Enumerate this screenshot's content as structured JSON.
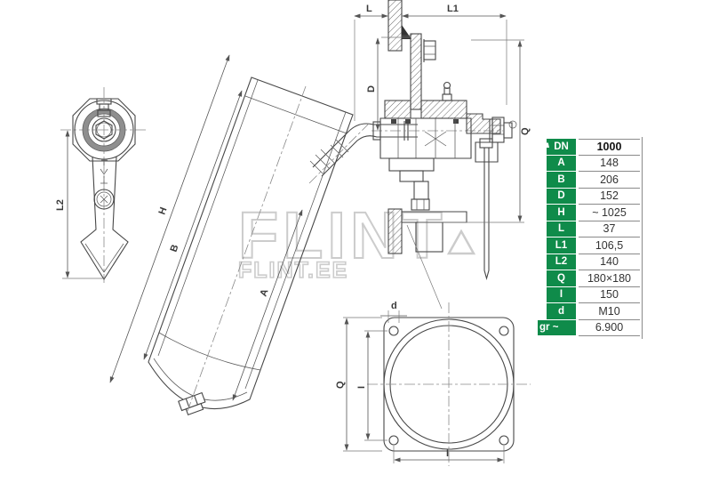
{
  "colors": {
    "table_green": "#0f8b4a",
    "watermark_gray": "#cccccc",
    "drawing_line": "#474747"
  },
  "watermark": {
    "line1": "FLINT",
    "line2": "FLINT.EE"
  },
  "drawing": {
    "dimension_labels": {
      "L": "L",
      "L1": "L1",
      "L2": "L2",
      "D": "D",
      "Q_section": "Q",
      "H": "H",
      "B": "B",
      "A": "A",
      "d": "d",
      "Q_flange": "Q",
      "I_vertical": "I",
      "I_horizontal": "I"
    }
  },
  "table": {
    "rows": [
      {
        "key": "DN",
        "value": "1000",
        "bold": true
      },
      {
        "key": "A",
        "value": "148"
      },
      {
        "key": "B",
        "value": "206"
      },
      {
        "key": "D",
        "value": "152"
      },
      {
        "key": "H",
        "value": "~ 1025"
      },
      {
        "key": "L",
        "value": "37"
      },
      {
        "key": "L1",
        "value": "106,5"
      },
      {
        "key": "L2",
        "value": "140"
      },
      {
        "key": "Q",
        "value": "180×180"
      },
      {
        "key": "I",
        "value": "150"
      },
      {
        "key": "d",
        "value": "M10"
      },
      {
        "key": "gr ~",
        "value": "6.900",
        "icon": "weight-icon"
      }
    ]
  }
}
